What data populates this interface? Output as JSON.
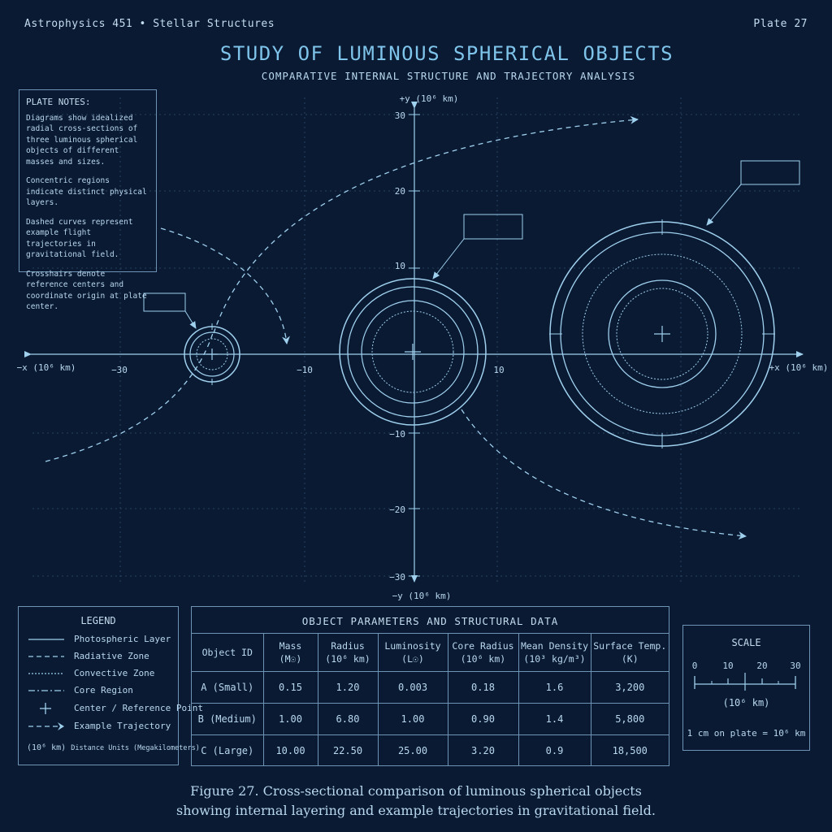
{
  "header": {
    "course": "Astrophysics 451 • Stellar Structures",
    "plate": "Plate 27",
    "title": "STUDY OF LUMINOUS SPHERICAL OBJECTS",
    "subtitle": "COMPARATIVE INTERNAL STRUCTURE AND TRAJECTORY ANALYSIS"
  },
  "notes": {
    "title": "PLATE NOTES:",
    "paragraphs": [
      "Diagrams show idealized radial cross-sections of three luminous spherical objects of different masses and sizes.",
      "Concentric regions indicate distinct physical layers.",
      "Dashed curves represent example flight trajectories in gravitational field.",
      "Crosshairs denote reference centers and coordinate origin at plate center."
    ]
  },
  "axes": {
    "y_pos_label": "+y (10⁶ km)",
    "y_neg_label": "−y (10⁶ km)",
    "x_pos_label": "+x (10⁶ km)",
    "x_neg_label": "−x (10⁶ km)",
    "x_ticks": [
      "−30",
      "−10",
      "10"
    ],
    "y_ticks": [
      "30",
      "20",
      "10",
      "−10",
      "−20",
      "−30"
    ]
  },
  "legend": {
    "title": "LEGEND",
    "items": [
      {
        "style": "solid",
        "label": "Photospheric Layer"
      },
      {
        "style": "dashed",
        "label": "Radiative Zone"
      },
      {
        "style": "dotted",
        "label": "Convective Zone"
      },
      {
        "style": "dashdot",
        "label": "Core Region"
      },
      {
        "style": "cross",
        "label": "Center / Reference Point"
      },
      {
        "style": "arrow",
        "label": "Example Trajectory"
      }
    ],
    "units_prefix": "(10⁶ km)",
    "units_text": "Distance Units (Megakilometers)"
  },
  "table": {
    "title": "OBJECT PARAMETERS AND STRUCTURAL DATA",
    "headers": [
      [
        "Object ID"
      ],
      [
        "Mass",
        "(M☉)"
      ],
      [
        "Radius",
        "(10⁶ km)"
      ],
      [
        "Luminosity",
        "(L☉)"
      ],
      [
        "Core Radius",
        "(10⁶ km)"
      ],
      [
        "Mean Density",
        "(10³ kg/m³)"
      ],
      [
        "Surface Temp.",
        "(K)"
      ]
    ],
    "rows": [
      [
        "A (Small)",
        "0.15",
        "1.20",
        "0.003",
        "0.18",
        "1.6",
        "3,200"
      ],
      [
        "B (Medium)",
        "1.00",
        "6.80",
        "1.00",
        "0.90",
        "1.4",
        "5,800"
      ],
      [
        "C (Large)",
        "10.00",
        "22.50",
        "25.00",
        "3.20",
        "0.9",
        "18,500"
      ]
    ]
  },
  "scale": {
    "title": "SCALE",
    "ticks": [
      "0",
      "10",
      "20",
      "30"
    ],
    "units": "(10⁶ km)",
    "equivalence": "1 cm on plate = 10⁶ km"
  },
  "caption": {
    "line1": "Figure 27. Cross-sectional comparison of luminous spherical objects",
    "line2": "showing internal layering and example trajectories in gravitational field."
  },
  "colors": {
    "background": "#0a1a33",
    "line": "#9fd0ee",
    "text": "#b8d8ef",
    "title": "#7fc4ea"
  }
}
